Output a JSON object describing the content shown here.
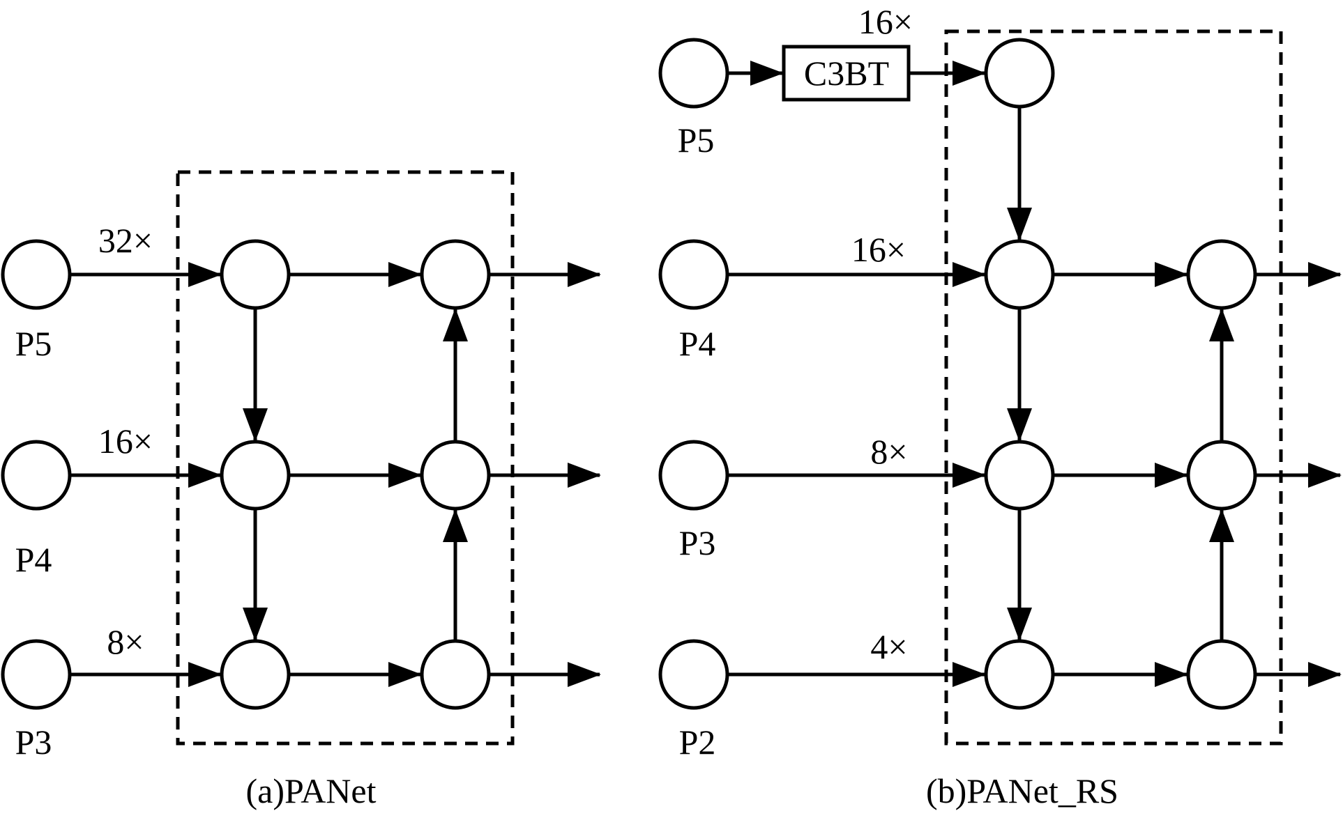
{
  "panel_a": {
    "caption": "(a)PANet",
    "inputs": [
      {
        "label": "P5",
        "scale": "32×"
      },
      {
        "label": "P4",
        "scale": "16×"
      },
      {
        "label": "P3",
        "scale": "8×"
      }
    ]
  },
  "panel_b": {
    "caption": "(b)PANet_RS",
    "top_input": {
      "label": "P5",
      "scale": "16×"
    },
    "module_label": "C3BT",
    "inputs": [
      {
        "label": "P4",
        "scale": "16×"
      },
      {
        "label": "P3",
        "scale": "8×"
      },
      {
        "label": "P2",
        "scale": "4×"
      }
    ]
  },
  "colors": {
    "stroke": "#000000",
    "background": "#ffffff"
  }
}
